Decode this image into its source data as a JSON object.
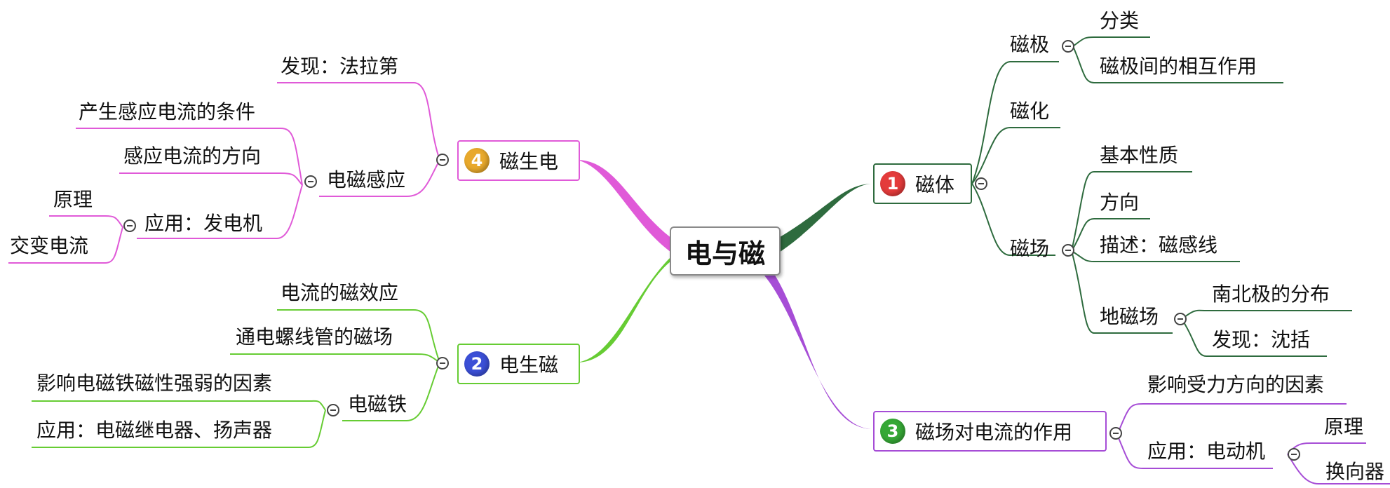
{
  "central": "电与磁",
  "colors": {
    "branch1": "#2e6b3e",
    "branch2": "#66cc33",
    "branch3": "#a64dd6",
    "branch4": "#e05ad8",
    "badge1": "#e43b3b",
    "badge2": "#3b4fd6",
    "badge3": "#36a836",
    "badge4": "#e8a92c"
  },
  "branch1": {
    "badge": "1",
    "title": "磁体",
    "poles": {
      "label": "磁极",
      "children": [
        "分类",
        "磁极间的相互作用"
      ]
    },
    "magnetization": "磁化",
    "field": {
      "label": "磁场",
      "children": [
        "基本性质",
        "方向",
        "描述：磁感线"
      ],
      "earth": {
        "label": "地磁场",
        "children": [
          "南北极的分布",
          "发现：沈括"
        ]
      }
    }
  },
  "branch2": {
    "badge": "2",
    "title": "电生磁",
    "effect": "电流的磁效应",
    "solenoid": "通电螺线管的磁场",
    "electromagnet": {
      "label": "电磁铁",
      "children": [
        "影响电磁铁磁性强弱的因素",
        "应用：电磁继电器、扬声器"
      ]
    }
  },
  "branch3": {
    "badge": "3",
    "title": "磁场对电流的作用",
    "factors": "影响受力方向的因素",
    "motor": {
      "label": "应用：电动机",
      "children": [
        "原理",
        "换向器"
      ]
    }
  },
  "branch4": {
    "badge": "4",
    "title": "磁生电",
    "discovery": "发现：法拉第",
    "induction": {
      "label": "电磁感应",
      "condition": "产生感应电流的条件",
      "direction": "感应电流的方向",
      "generator": {
        "label": "应用：发电机",
        "children": [
          "原理",
          "交变电流"
        ]
      }
    }
  }
}
